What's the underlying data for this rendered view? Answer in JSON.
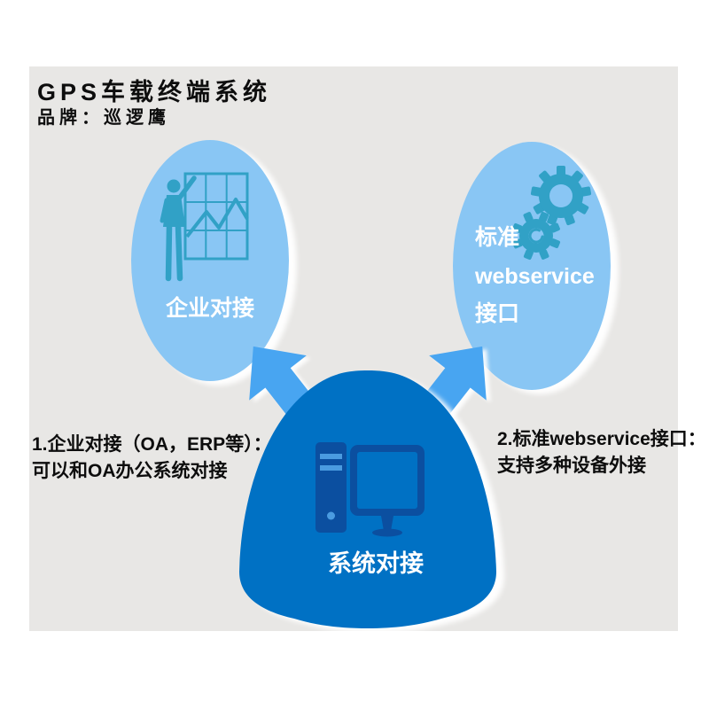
{
  "header": {
    "title": "GPS车载终端系统",
    "brand": "品牌：巡逻鹰"
  },
  "nodes": {
    "left": {
      "label": "企业对接",
      "icon": "presenter-chart-icon"
    },
    "right": {
      "line1": "标准",
      "line2": "webservice",
      "line3": "接口",
      "icon": "gears-icon"
    },
    "center": {
      "label": "系统对接",
      "icon": "computer-icon"
    }
  },
  "annotations": {
    "left": {
      "line1": "1.企业对接（OA，ERP等）：",
      "line2": "可以和OA办公系统对接"
    },
    "right": {
      "line1": "2.标准webservice接口：",
      "line2": "支持多种设备外接"
    }
  },
  "colors": {
    "background": "#ffffff",
    "panel": "#e8e7e5",
    "ellipse": "#89c6f4",
    "icon_teal": "#31a1c6",
    "dome": "#0071c4",
    "dome_icon": "#0b4fa0",
    "stripe": "#4a9be0",
    "arrow": "#48a5f1",
    "text_white": "#ffffff",
    "text_dark": "#0d0d0d"
  }
}
